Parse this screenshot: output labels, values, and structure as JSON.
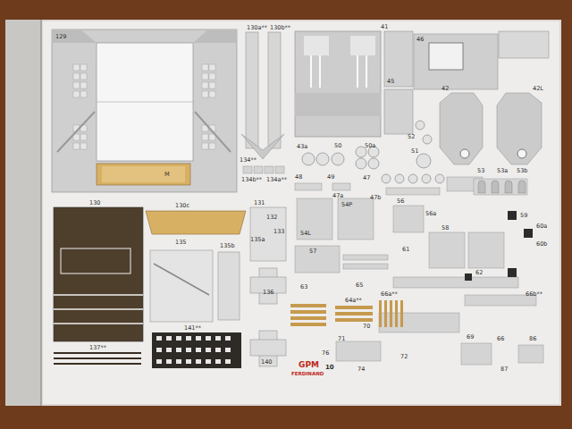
{
  "diagram": {
    "labels": [
      "129",
      "130a**",
      "130b**",
      "41",
      "45",
      "46",
      "M",
      "134**",
      "134a**",
      "134b**",
      "43a",
      "50",
      "50a",
      "49",
      "48",
      "47a",
      "47b",
      "47",
      "42",
      "42L",
      "51",
      "52",
      "53",
      "53a",
      "53b",
      "130",
      "130c",
      "131",
      "132",
      "133",
      "135a",
      "135",
      "135b",
      "54L",
      "54P",
      "57",
      "56",
      "56a",
      "58",
      "59",
      "60a",
      "60b",
      "61",
      "62",
      "63",
      "64a**",
      "66a**",
      "65",
      "66b**",
      "137**",
      "141**",
      "140",
      "136",
      "71",
      "70",
      "72",
      "74",
      "76",
      "86",
      "87",
      "66",
      "69",
      "GPM",
      "FERDINAND",
      "10"
    ]
  }
}
